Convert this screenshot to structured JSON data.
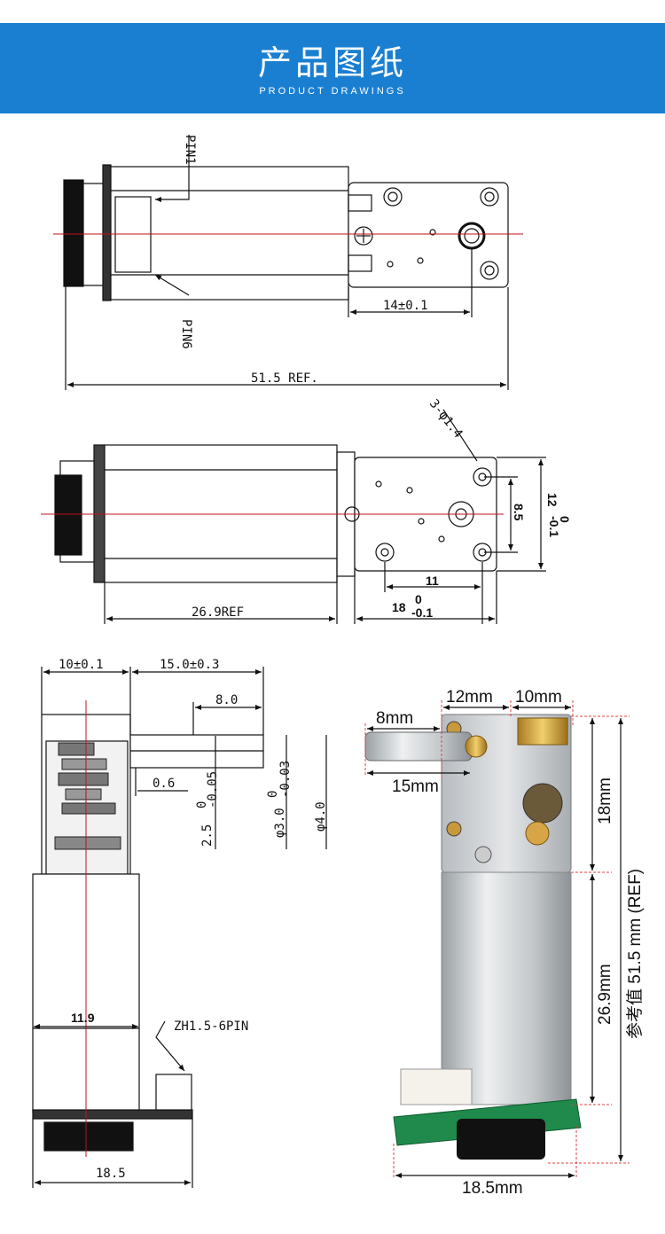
{
  "banner": {
    "title": "产品图纸",
    "subtitle": "PRODUCT DRAWINGS"
  },
  "drawing_top": {
    "pin1": "PIN1",
    "pin6": "PIN6",
    "shaft_offset": "14±0.1",
    "total_length": "51.5 REF."
  },
  "drawing_middle": {
    "hole_note": "3-φ1.4",
    "motor_length": "26.9REF",
    "height": "8.5",
    "width_tol_base": "12",
    "width_tol_upper": "0",
    "width_tol_lower": "-0.1",
    "hole_spacing": "11",
    "plate_width": "18",
    "plate_tol_upper": "0",
    "plate_tol_lower": "-0.1"
  },
  "drawing_side": {
    "dim_left": "10±0.1",
    "dim_shaft": "15.0±0.3",
    "dim_flat": "8.0",
    "dim_gap": "0.6",
    "dim_flat_depth": "2.5",
    "flat_tol_upper": "0",
    "flat_tol_lower": "-0.05",
    "dim_shaft_dia": "φ3.0",
    "shaft_tol_upper": "0",
    "shaft_tol_lower": "-0.03",
    "dim_outer_dia": "φ4.0",
    "motor_dia": "11.9",
    "connector": "ZH1.5-6PIN",
    "base_width": "18.5"
  },
  "photo": {
    "dim_12": "12mm",
    "dim_10": "10mm",
    "dim_8": "8mm",
    "dim_15": "15mm",
    "dim_18": "18mm",
    "dim_26_9": "26.9mm",
    "dim_total": "参考值 51.5 mm (REF)",
    "dim_18_5": "18.5mm"
  },
  "colors": {
    "banner": "#1a7fd1",
    "centerline": "#c0101a",
    "photo_dim_line": "#e04040"
  }
}
